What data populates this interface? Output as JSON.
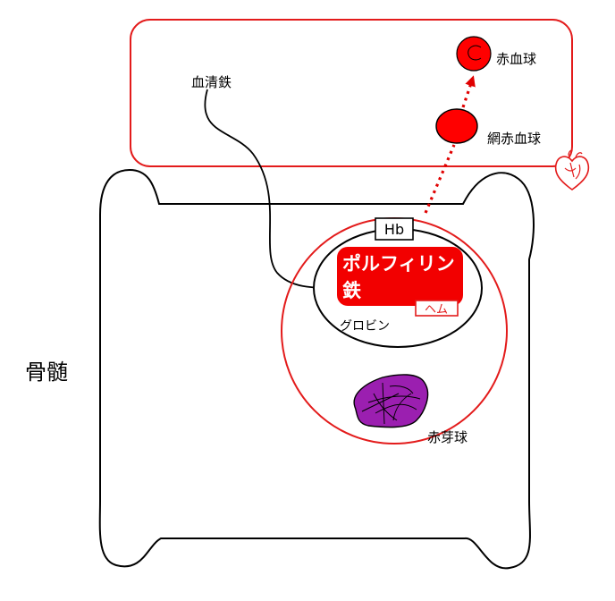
{
  "labels": {
    "serum_iron": "血清鉄",
    "mature_rbc": "赤血球",
    "reticulocyte": "網赤血球",
    "hb": "Hb",
    "porphyrin_line1": "ポルフィリン",
    "porphyrin_line2": "鉄",
    "heme": "ヘム",
    "globin": "グロビン",
    "erythroblast": "赤芽球",
    "bone_marrow": "骨髄"
  },
  "colors": {
    "vessel_outline": "#e31b1b",
    "cell_outline": "#e31b1b",
    "cell_fill": "#ff0000",
    "porphyrin_fill": "#f20000",
    "nucleus_fill": "#9b1fb0",
    "dotted_arrow": "#e00000",
    "line": "#000000"
  },
  "icons": {
    "heart": "heart-icon"
  }
}
